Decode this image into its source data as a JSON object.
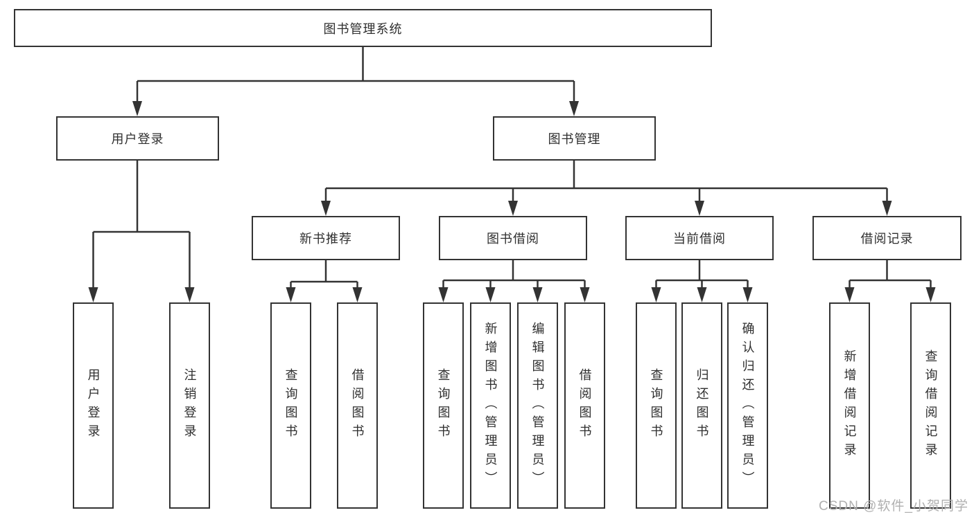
{
  "colors": {
    "line": "#333333",
    "box_border": "#333333",
    "text": "#2f2f2f",
    "watermark": "#b0b0b0",
    "background": "#ffffff"
  },
  "diagram": {
    "root": {
      "label": "图书管理系统"
    },
    "user_branch": {
      "label": "用户登录",
      "children": [
        {
          "label": "用户登录"
        },
        {
          "label": "注销登录"
        }
      ]
    },
    "book_branch": {
      "label": "图书管理",
      "groups": [
        {
          "label": "新书推荐",
          "children": [
            {
              "label": "查询图书"
            },
            {
              "label": "借阅图书"
            }
          ]
        },
        {
          "label": "图书借阅",
          "children": [
            {
              "label": "查询图书"
            },
            {
              "label": "新增图书（管理员）"
            },
            {
              "label": "编辑图书（管理员）"
            },
            {
              "label": "借阅图书"
            }
          ]
        },
        {
          "label": "当前借阅",
          "children": [
            {
              "label": "查询图书"
            },
            {
              "label": "归还图书"
            },
            {
              "label": "确认归还（管理员）"
            }
          ]
        },
        {
          "label": "借阅记录",
          "children": [
            {
              "label": "新增借阅记录"
            },
            {
              "label": "查询借阅记录"
            }
          ]
        }
      ]
    }
  },
  "watermark": {
    "text": "CSDN @软件_小贺同学"
  }
}
